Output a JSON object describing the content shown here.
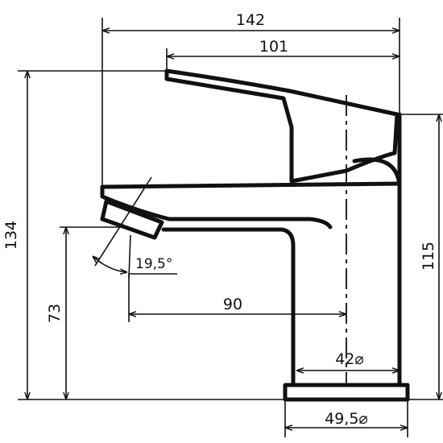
{
  "drawing": {
    "title": "",
    "dimensions": {
      "overall_length": "142",
      "lever_length": "101",
      "overall_height": "134",
      "body_height": "115",
      "spout_height": "73",
      "spout_reach": "90",
      "aerator_angle": "19,5°",
      "body_diameter": "42⌀",
      "base_diameter": "49,5⌀"
    }
  }
}
